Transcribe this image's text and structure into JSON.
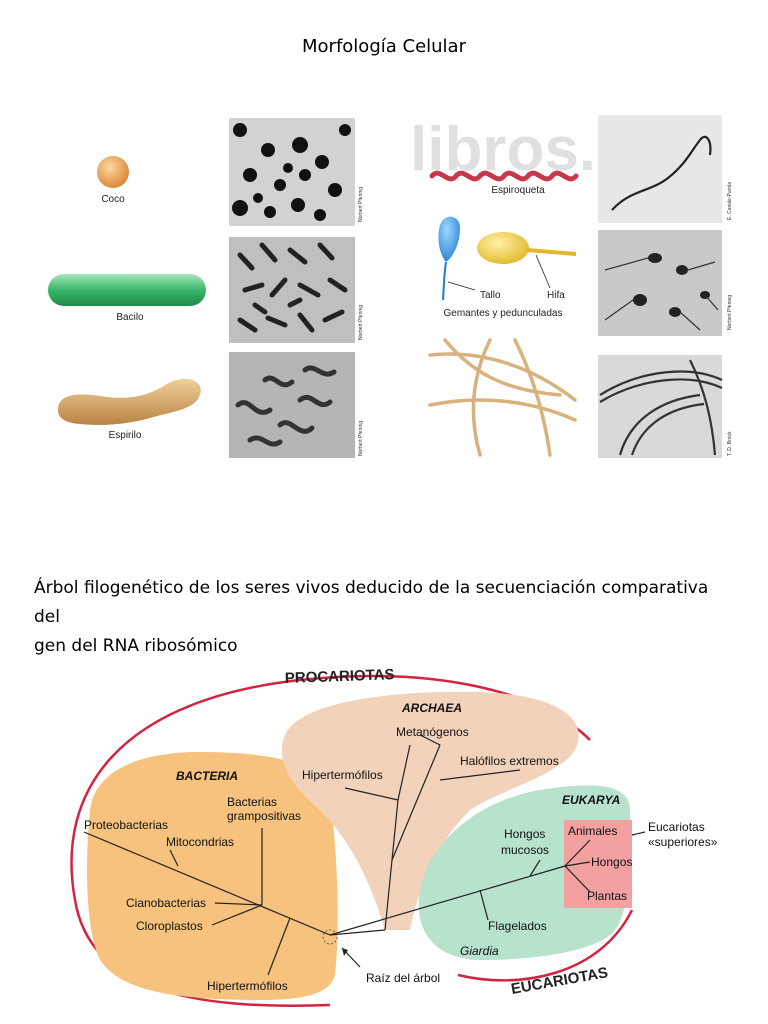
{
  "header": {
    "title": "Morfología Celular"
  },
  "morphology": {
    "watermark": "libros.com",
    "coco": "Coco",
    "bacilo": "Bacilo",
    "espirilo": "Espirilo",
    "espiroqueta": "Espiroqueta",
    "tallo": "Tallo",
    "hifa": "Hifa",
    "gemantes": "Gemantes y pedunculadas",
    "credits": {
      "pfennig1": "Norbert Pfennig",
      "pfennig2": "Norbert Pfennig",
      "pfennig3": "Norbert Pfennig",
      "canale": "E. Canale-Parola",
      "pfennig4": "Norbert Pfennig",
      "brock": "T. D. Brock"
    }
  },
  "section2": {
    "title_line1": "Árbol filogenético de los seres vivos deducido de la secuenciación comparativa del",
    "title_line2": "gen del RNA ribosómico"
  },
  "tree": {
    "procariotas": "PROCARIOTAS",
    "eucariotas": "EUCARIOTAS",
    "archaea": "ARCHAEA",
    "bacteria": "BACTERIA",
    "eukarya": "EUKARYA",
    "metanogenos": "Metanógenos",
    "halofilos": "Halófilos extremos",
    "hipertermofilos_a": "Hipertermófilos",
    "bacterias_gram_1": "Bacterias",
    "bacterias_gram_2": "grampositivas",
    "proteobacterias": "Proteobacterias",
    "mitocondrias": "Mitocondrias",
    "cianobacterias": "Cianobacterias",
    "cloroplastos": "Cloroplastos",
    "hipertermofilos_b": "Hipertermófilos",
    "raiz": "Raíz del árbol",
    "hongos_mucosos_1": "Hongos",
    "hongos_mucosos_2": "mucosos",
    "animales": "Animales",
    "hongos": "Hongos",
    "plantas": "Plantas",
    "eucariotas_sup_1": "Eucariotas",
    "eucariotas_sup_2": "«superiores»",
    "flagelados": "Flagelados",
    "giardia": "Giardia"
  },
  "colors": {
    "bacteria_fill": "#f7c27e",
    "archaea_fill": "#f2d2bb",
    "eukarya_fill": "#b7e2cc",
    "highlight": "#f2a0a0",
    "arc": "#d2233f"
  }
}
